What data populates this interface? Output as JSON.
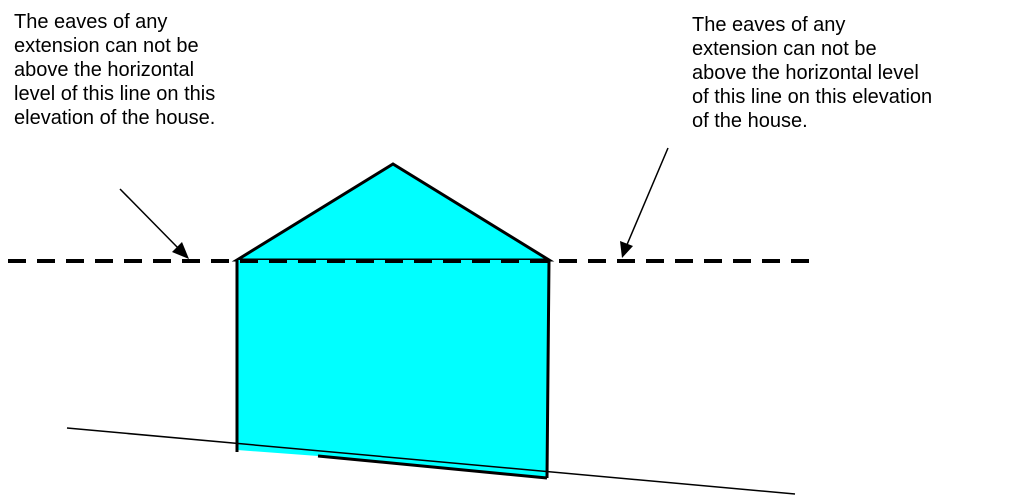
{
  "annotations": {
    "left": {
      "lines": [
        "The eaves of any",
        "extension can not be",
        "above the horizontal",
        "level of this line on this",
        "elevation of the house."
      ]
    },
    "right": {
      "lines": [
        "The eaves of any",
        "extension can not be",
        "above the horizontal level",
        "of this line on this elevation",
        "of the house."
      ]
    }
  },
  "colors": {
    "house_fill": "#00ffff",
    "stroke": "#000000",
    "background": "#ffffff"
  }
}
